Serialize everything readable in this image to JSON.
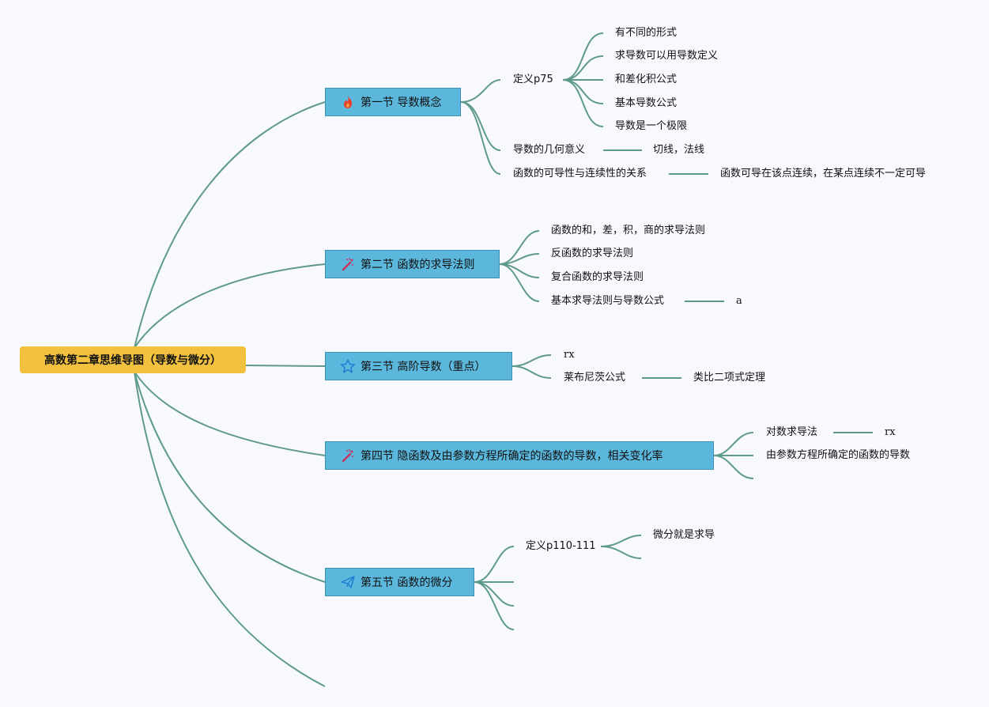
{
  "root": {
    "label": "高数第二章思维导图（导数与微分）"
  },
  "sections": [
    {
      "icon": "fire-icon",
      "label": "第一节 导数概念"
    },
    {
      "icon": "magic-wand-icon",
      "label": "第二节 函数的求导法则"
    },
    {
      "icon": "star-icon",
      "label": "第三节 高阶导数（重点）"
    },
    {
      "icon": "magic-wand-icon",
      "label": "第四节 隐函数及由参数方程所确定的函数的导数，相关变化率"
    },
    {
      "icon": "paper-plane-icon",
      "label": "第五节 函数的微分"
    }
  ],
  "sec1": {
    "definition": "定义p75",
    "def_children": [
      "有不同的形式",
      "求导数可以用导数定义",
      "和差化积公式",
      "基本导数公式",
      "导数是一个极限"
    ],
    "geometric": "导数的几何意义",
    "geometric_child": "切线，法线",
    "relation": "函数的可导性与连续性的关系",
    "relation_child": "函数可导在该点连续，在某点连续不一定可导"
  },
  "sec2": {
    "items": [
      "函数的和，差，积，商的求导法则",
      "反函数的求导法则",
      "复合函数的求导法则",
      "基本求导法则与导数公式"
    ],
    "basic_child": "a"
  },
  "sec3": {
    "rx": "rx",
    "leibniz": "莱布尼茨公式",
    "leibniz_child": "类比二项式定理"
  },
  "sec4": {
    "log": "对数求导法",
    "log_child": "rx",
    "param": "由参数方程所确定的函数的导数"
  },
  "sec5": {
    "definition": "定义p110-111",
    "def_child": "微分就是求导"
  }
}
